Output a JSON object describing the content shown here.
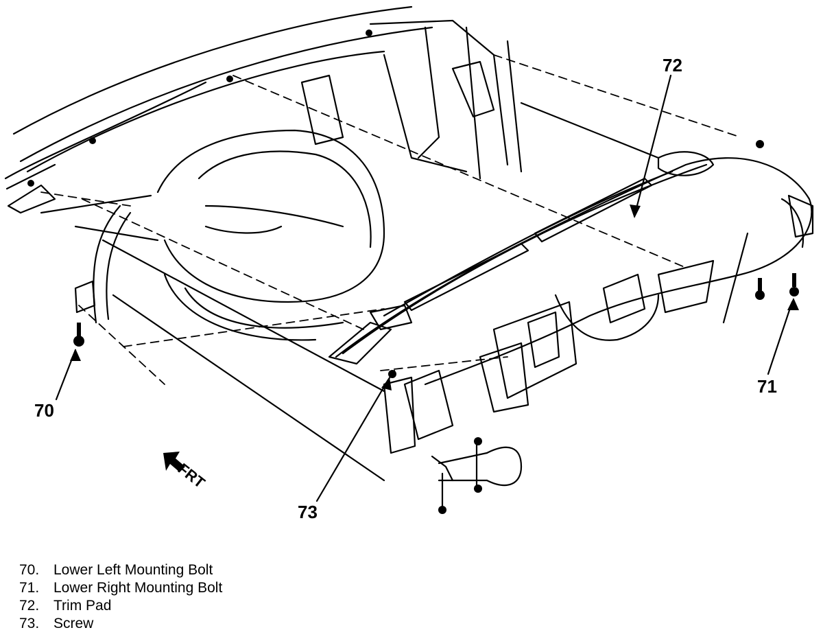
{
  "callouts": {
    "c70": "70",
    "c71": "71",
    "c72": "72",
    "c73": "73"
  },
  "direction_label": "FRT",
  "legend": [
    {
      "number": "70.",
      "text": "Lower Left Mounting Bolt"
    },
    {
      "number": "71.",
      "text": "Lower Right Mounting Bolt"
    },
    {
      "number": "72.",
      "text": "Trim Pad"
    },
    {
      "number": "73.",
      "text": "Screw"
    }
  ],
  "colors": {
    "line": "#000000",
    "background": "#ffffff"
  }
}
